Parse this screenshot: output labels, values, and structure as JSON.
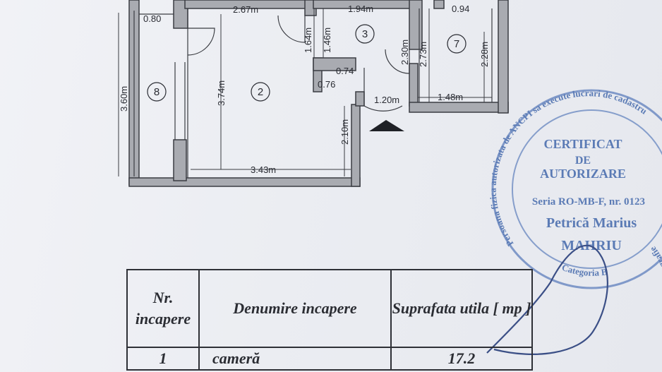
{
  "plan": {
    "dimensions": {
      "d_080": "0.80",
      "d_267": "2.67m",
      "d_194": "1.94m",
      "d_094": "0.94",
      "d_164": "1.64m",
      "d_146": "1.46m",
      "d_230": "2.30m",
      "d_273": "2.73m",
      "d_228": "2.28m",
      "d_074": "0.74",
      "d_076": "0.76",
      "d_120": "1.20m",
      "d_148": "1.48m",
      "d_360": "3.60m",
      "d_374": "3.74m",
      "d_210": "2.10m",
      "d_343": "3.43m"
    },
    "rooms": {
      "r8": "8",
      "r2": "2",
      "r3": "3",
      "r7": "7"
    },
    "entrance_icon": "arrow-up-icon"
  },
  "stamp": {
    "line1": "CERTIFICAT",
    "line2": "DE",
    "line3": "AUTORIZARE",
    "series": "Seria RO-MB-F, nr. 0123",
    "name1": "Petrică Marius",
    "name2": "MAHRIU",
    "ring_top": "Persoana fizica autorizata de ANCPI sa execute lucrari de cadastru",
    "ring_bottom": "Categoria B",
    "ring_right": "topografie",
    "color": "#5b7bb5"
  },
  "table": {
    "headers": {
      "nr": "Nr. incapere",
      "name": "Denumire incapere",
      "area": "Suprafata utila [ mp ]"
    },
    "rows": [
      {
        "nr": "1",
        "name": "cameră",
        "area": "17.2"
      }
    ]
  }
}
